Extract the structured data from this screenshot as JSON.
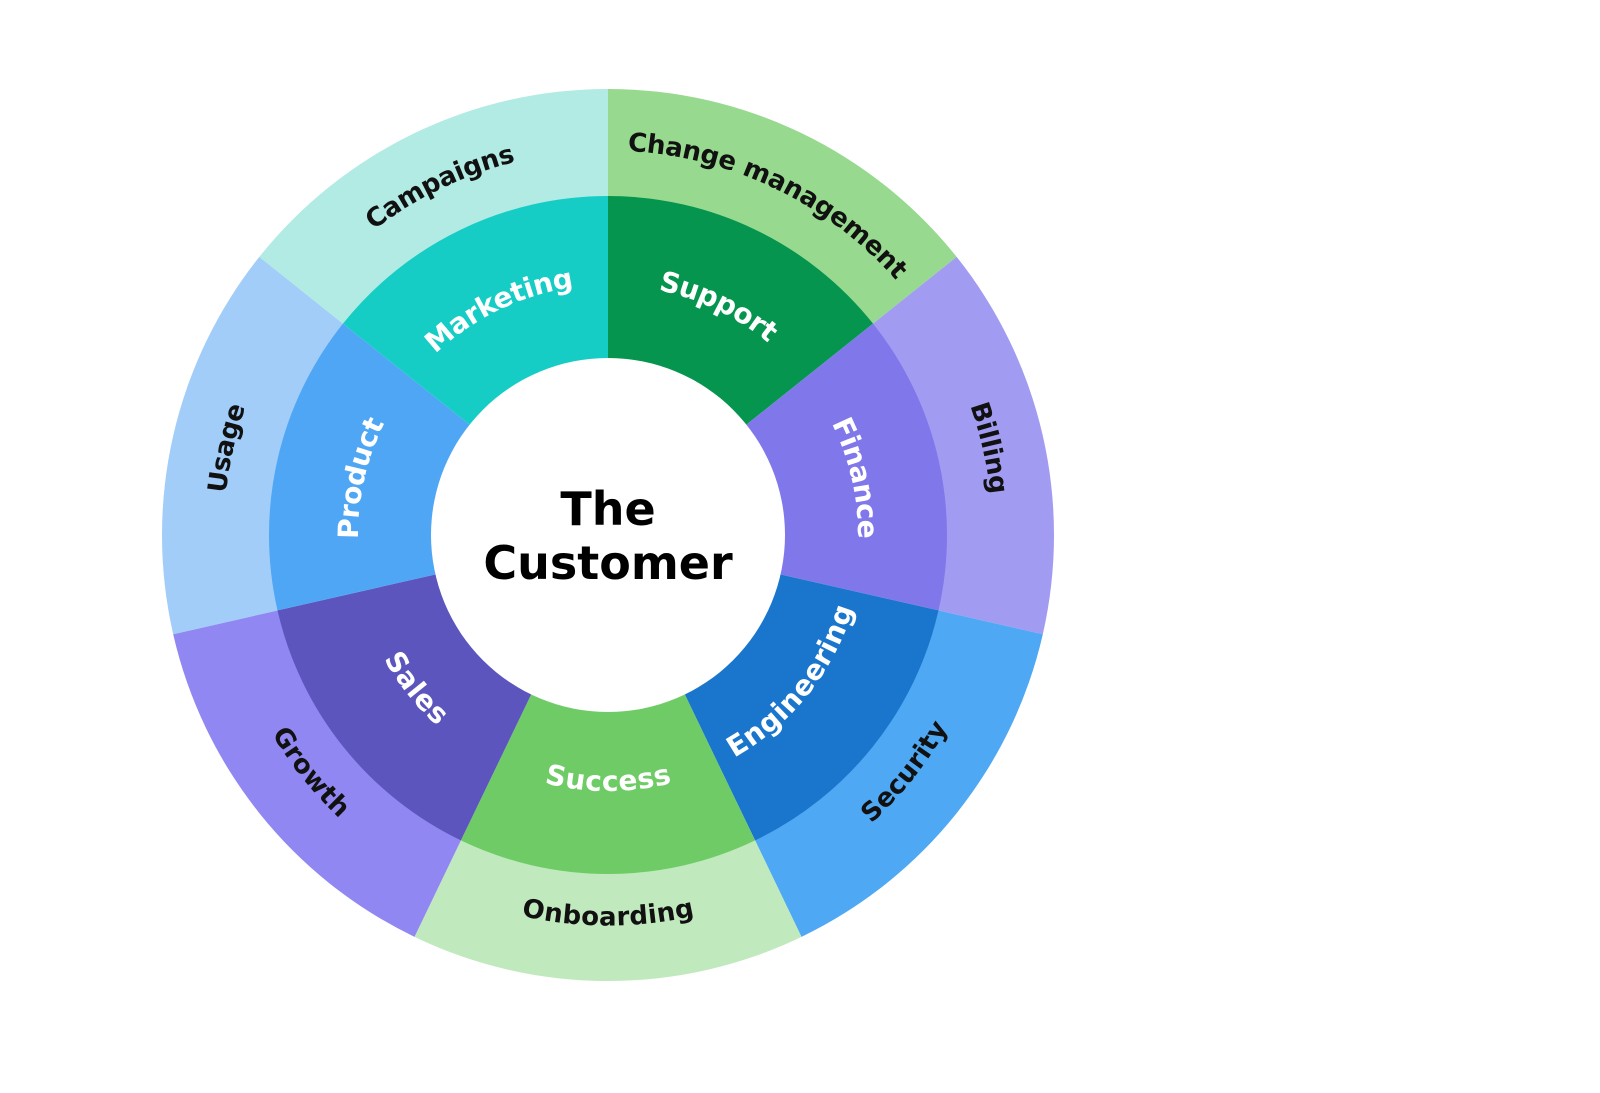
{
  "center": {
    "line1": "The",
    "line2": "Customer"
  },
  "segments": [
    {
      "inner": "Support",
      "outer": "Change management",
      "inner_color": "#05954e",
      "outer_color": "#97d98e",
      "inner_text_color": "#ffffff"
    },
    {
      "inner": "Finance",
      "outer": "Billing",
      "inner_color": "#8077ea",
      "outer_color": "#a29bf2",
      "inner_text_color": "#ffffff"
    },
    {
      "inner": "Engineering",
      "outer": "Security",
      "inner_color": "#1976cc",
      "outer_color": "#4ea8f3",
      "inner_text_color": "#ffffff"
    },
    {
      "inner": "Success",
      "outer": "Onboarding",
      "inner_color": "#6fcb66",
      "outer_color": "#c0e9bd",
      "inner_text_color": "#ffffff"
    },
    {
      "inner": "Sales",
      "outer": "Growth",
      "inner_color": "#5b55bd",
      "outer_color": "#9087f3",
      "inner_text_color": "#ffffff"
    },
    {
      "inner": "Product",
      "outer": "Usage",
      "inner_color": "#4ea6f5",
      "outer_color": "#a1cdf8",
      "inner_text_color": "#ffffff"
    },
    {
      "inner": "Marketing",
      "outer": "Campaigns",
      "inner_color": "#16cdc6",
      "outer_color": "#b1ebe3",
      "inner_text_color": "#ffffff"
    }
  ],
  "colors": {
    "center_fill": "#ffffff",
    "center_text": "#000000",
    "outer_text": "#111111"
  }
}
